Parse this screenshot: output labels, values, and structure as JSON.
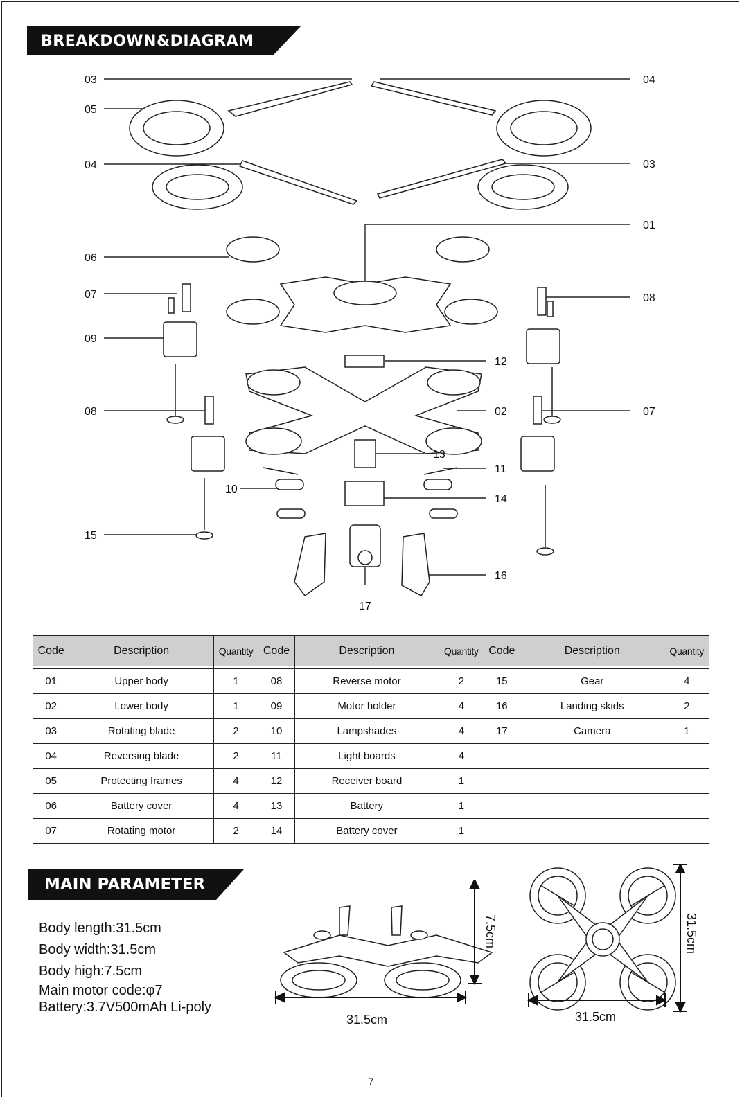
{
  "section_titles": {
    "breakdown": "BREAKDOWN&DIAGRAM",
    "main_parameter": "MAIN PARAMETER"
  },
  "callouts": {
    "c03_top": "03",
    "c04_top": "04",
    "c05": "05",
    "c04_mid": "04",
    "c03_mid": "03",
    "c01": "01",
    "c06": "06",
    "c07_left": "07",
    "c08_right": "08",
    "c09": "09",
    "c12": "12",
    "c08_left": "08",
    "c02": "02",
    "c07_right": "07",
    "c13": "13",
    "c11": "11",
    "c10": "10",
    "c14": "14",
    "c15": "15",
    "c16": "16",
    "c17": "17"
  },
  "parts_table": {
    "headers": [
      "Code",
      "Description",
      "Quantity",
      "Code",
      "Description",
      "Quantity",
      "Code",
      "Description",
      "Quantity"
    ],
    "rows": [
      [
        "01",
        "Upper body",
        "1",
        "08",
        "Reverse motor",
        "2",
        "15",
        "Gear",
        "4"
      ],
      [
        "02",
        "Lower body",
        "1",
        "09",
        "Motor holder",
        "4",
        "16",
        "Landing skids",
        "2"
      ],
      [
        "03",
        "Rotating blade",
        "2",
        "10",
        "Lampshades",
        "4",
        "17",
        "Camera",
        "1"
      ],
      [
        "04",
        "Reversing blade",
        "2",
        "11",
        "Light boards",
        "4",
        "",
        "",
        ""
      ],
      [
        "05",
        "Protecting frames",
        "4",
        "12",
        "Receiver board",
        "1",
        "",
        "",
        ""
      ],
      [
        "06",
        "Battery cover",
        "4",
        "13",
        "Battery",
        "1",
        "",
        "",
        ""
      ],
      [
        "07",
        "Rotating motor",
        "2",
        "14",
        "Battery cover",
        "1",
        "",
        "",
        ""
      ]
    ]
  },
  "parameters": {
    "body_length": "Body length:31.5cm",
    "body_width": "Body width:31.5cm",
    "body_high": "Body high:7.5cm",
    "main_motor": "Main motor code:φ7",
    "battery": "Battery:3.7V500mAh Li-poly"
  },
  "dimensions": {
    "side_width": "31.5cm",
    "side_height": "7.5cm",
    "top_width": "31.5cm",
    "top_height": "31.5cm"
  },
  "page_number": "7"
}
